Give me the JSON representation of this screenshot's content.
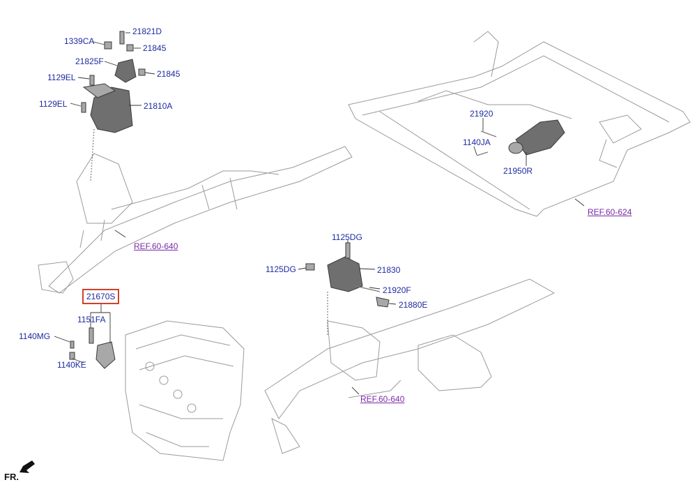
{
  "labels": {
    "l1339CA": "1339CA",
    "l21821D": "21821D",
    "l21845a": "21845",
    "l21825F": "21825F",
    "l21845b": "21845",
    "l1129EL_a": "1129EL",
    "l1129EL_b": "1129EL",
    "l21810A": "21810A",
    "l21920": "21920",
    "l1140JA": "1140JA",
    "l21950R": "21950R",
    "l1125DG_a": "1125DG",
    "l1125DG_b": "1125DG",
    "l21830": "21830",
    "l21920F": "21920F",
    "l21880E": "21880E",
    "l21670S": "21670S",
    "l1151FA": "1151FA",
    "l1140MG": "1140MG",
    "l1140KE": "1140KE"
  },
  "refs": {
    "ref1": "REF.60-640",
    "ref2": "REF.60-624",
    "ref3": "REF.60-640"
  },
  "direction_label": "FR.",
  "colors": {
    "part_label": "#1c2aa0",
    "ref_label": "#7a2aa8",
    "highlight_box": "#d2402a"
  }
}
